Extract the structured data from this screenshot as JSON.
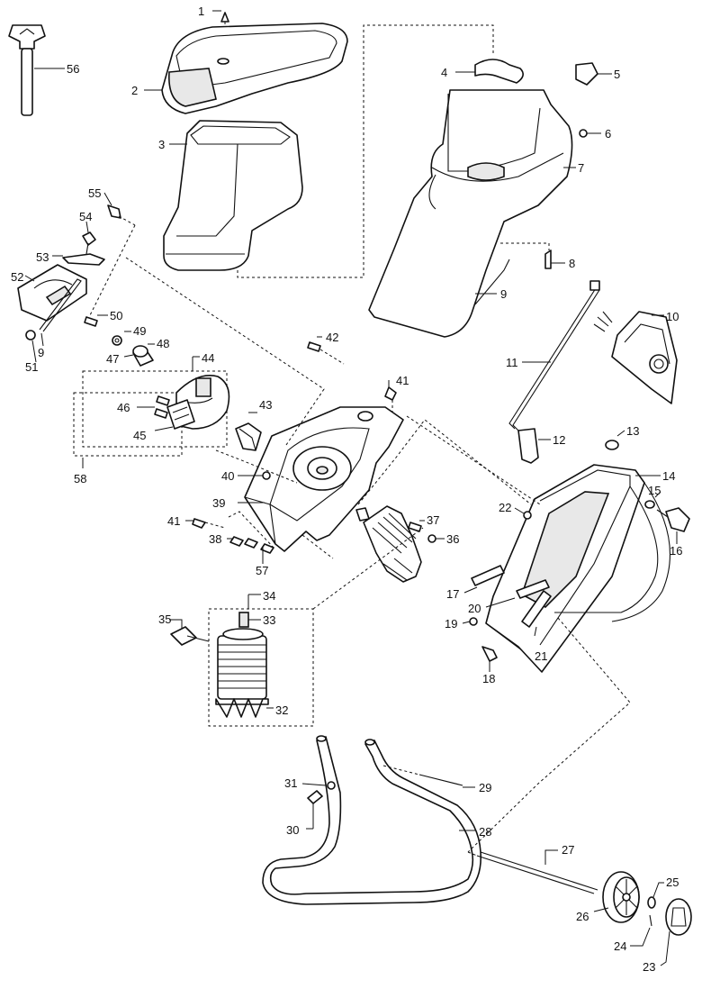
{
  "callouts": [
    "1",
    "2",
    "3",
    "4",
    "5",
    "6",
    "7",
    "8",
    "9",
    "10",
    "11",
    "12",
    "13",
    "14",
    "15",
    "16",
    "17",
    "18",
    "19",
    "20",
    "21",
    "22",
    "23",
    "24",
    "25",
    "26",
    "27",
    "28",
    "29",
    "30",
    "31",
    "32",
    "33",
    "34",
    "35",
    "36",
    "37",
    "38",
    "39",
    "40",
    "41",
    "42",
    "43",
    "44",
    "45",
    "46",
    "47",
    "48",
    "49",
    "50",
    "51",
    "52",
    "53",
    "54",
    "55",
    "56",
    "57",
    "58"
  ],
  "labels": [
    {
      "id": "c1",
      "text": "1"
    },
    {
      "id": "c2",
      "text": "2"
    },
    {
      "id": "c3",
      "text": "3"
    },
    {
      "id": "c4",
      "text": "4"
    },
    {
      "id": "c5",
      "text": "5"
    },
    {
      "id": "c6",
      "text": "6"
    },
    {
      "id": "c7",
      "text": "7"
    },
    {
      "id": "c8",
      "text": "8"
    },
    {
      "id": "c9a",
      "text": "9"
    },
    {
      "id": "c9b",
      "text": "9"
    },
    {
      "id": "c10",
      "text": "10"
    },
    {
      "id": "c11",
      "text": "11"
    },
    {
      "id": "c12",
      "text": "12"
    },
    {
      "id": "c13",
      "text": "13"
    },
    {
      "id": "c14",
      "text": "14"
    },
    {
      "id": "c15",
      "text": "15"
    },
    {
      "id": "c16",
      "text": "16"
    },
    {
      "id": "c17",
      "text": "17"
    },
    {
      "id": "c18",
      "text": "18"
    },
    {
      "id": "c19",
      "text": "19"
    },
    {
      "id": "c20",
      "text": "20"
    },
    {
      "id": "c21",
      "text": "21"
    },
    {
      "id": "c22",
      "text": "22"
    },
    {
      "id": "c23",
      "text": "23"
    },
    {
      "id": "c24",
      "text": "24"
    },
    {
      "id": "c25",
      "text": "25"
    },
    {
      "id": "c26",
      "text": "26"
    },
    {
      "id": "c27",
      "text": "27"
    },
    {
      "id": "c28",
      "text": "28"
    },
    {
      "id": "c29",
      "text": "29"
    },
    {
      "id": "c30",
      "text": "30"
    },
    {
      "id": "c31",
      "text": "31"
    },
    {
      "id": "c32",
      "text": "32"
    },
    {
      "id": "c33",
      "text": "33"
    },
    {
      "id": "c34",
      "text": "34"
    },
    {
      "id": "c35",
      "text": "35"
    },
    {
      "id": "c36",
      "text": "36"
    },
    {
      "id": "c37",
      "text": "37"
    },
    {
      "id": "c38",
      "text": "38"
    },
    {
      "id": "c39",
      "text": "39"
    },
    {
      "id": "c40",
      "text": "40"
    },
    {
      "id": "c41a",
      "text": "41"
    },
    {
      "id": "c41b",
      "text": "41"
    },
    {
      "id": "c42",
      "text": "42"
    },
    {
      "id": "c43",
      "text": "43"
    },
    {
      "id": "c44",
      "text": "44"
    },
    {
      "id": "c45",
      "text": "45"
    },
    {
      "id": "c46",
      "text": "46"
    },
    {
      "id": "c47",
      "text": "47"
    },
    {
      "id": "c48",
      "text": "48"
    },
    {
      "id": "c49",
      "text": "49"
    },
    {
      "id": "c50",
      "text": "50"
    },
    {
      "id": "c51",
      "text": "51"
    },
    {
      "id": "c52",
      "text": "52"
    },
    {
      "id": "c53",
      "text": "53"
    },
    {
      "id": "c54",
      "text": "54"
    },
    {
      "id": "c55",
      "text": "55"
    },
    {
      "id": "c56",
      "text": "56"
    },
    {
      "id": "c57",
      "text": "57"
    },
    {
      "id": "c58",
      "text": "58"
    }
  ],
  "colors": {
    "line": "#111111",
    "background": "#ffffff"
  }
}
